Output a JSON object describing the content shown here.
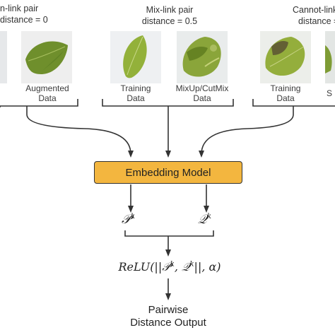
{
  "groups": [
    {
      "title_line1": "n-link pair",
      "title_line2": "distance = 0",
      "items": [
        {
          "label_line1": "Augmented",
          "label_line2": "Data"
        }
      ]
    },
    {
      "title_line1": "Mix-link pair",
      "title_line2": "distance = 0.5",
      "items": [
        {
          "label_line1": "Training",
          "label_line2": "Data"
        },
        {
          "label_line1": "MixUp/CutMix",
          "label_line2": "Data"
        }
      ]
    },
    {
      "title_line1": "Cannot-link",
      "title_line2": "distance =",
      "items": [
        {
          "label_line1": "Training",
          "label_line2": "Data"
        },
        {
          "label_line1": "S",
          "label_line2": ""
        }
      ]
    }
  ],
  "embedding_model_label": "Embedding Model",
  "p_symbol": "𝒫",
  "q_symbol": "𝒬",
  "superscript": "k",
  "relu_text": "ReLU(||𝒫",
  "relu_mid": ", 𝒬",
  "relu_tail": "||, α)",
  "output_line1": "Pairwise",
  "output_line2": "Distance Output",
  "colors": {
    "box_fill": "#f3b63f",
    "line": "#333333"
  }
}
